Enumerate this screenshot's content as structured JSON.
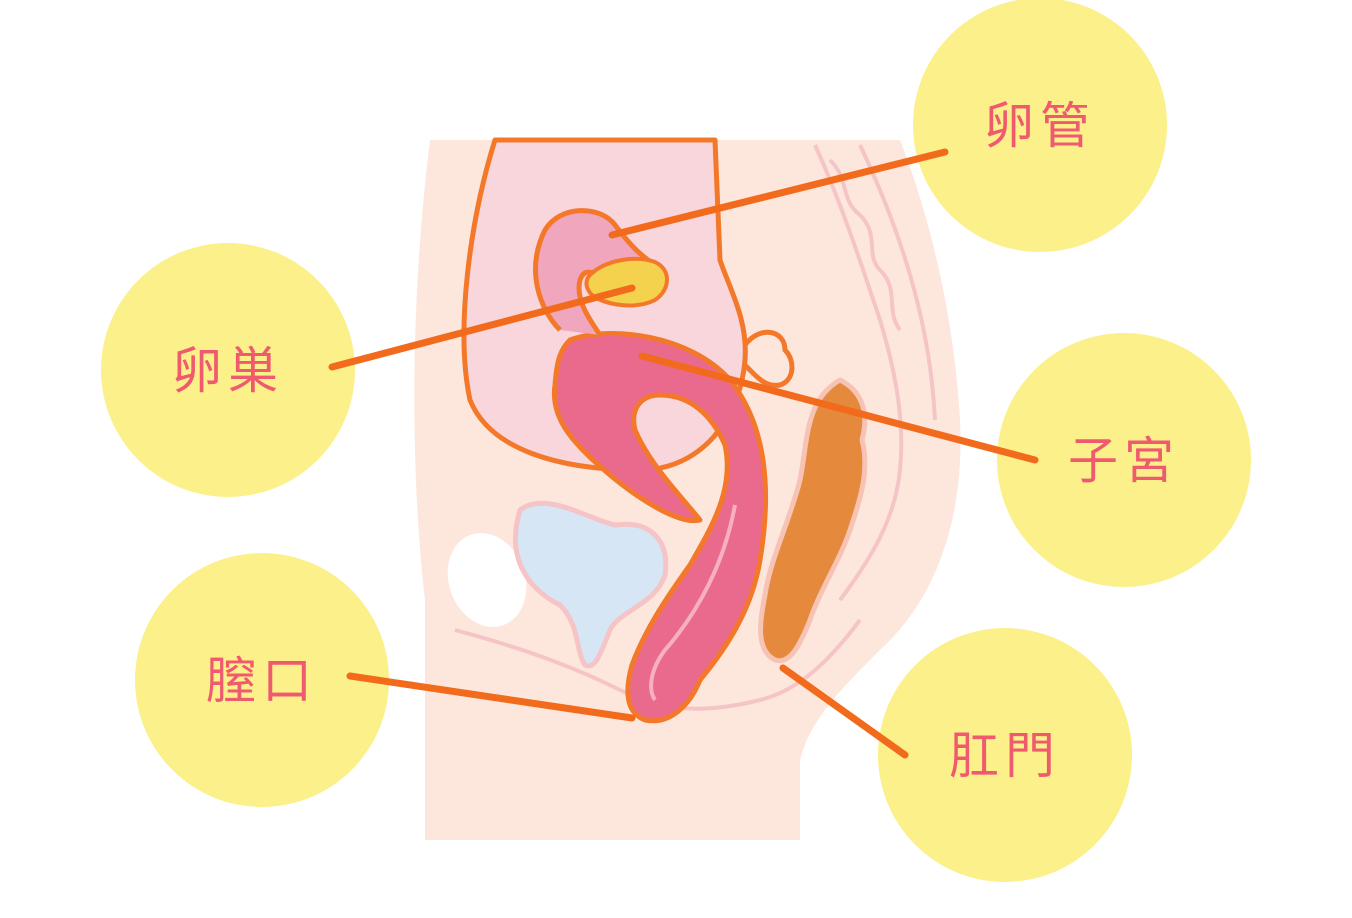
{
  "labels": {
    "fallopian_tube": "卵管",
    "ovary": "卵巣",
    "uterus": "子宮",
    "vaginal_opening": "膣口",
    "anus": "肛門"
  },
  "colors": {
    "bubble": "#fbf08a",
    "label_text": "#f05a6e",
    "leader_line": "#f26a1b",
    "body": "#fde7dc",
    "cavity": "#f9d6dc",
    "organ_outline": "#f4782a",
    "uterus_fill": "#e96a8c",
    "bladder": "#d6e6f4",
    "rectum": "#e58a3c"
  }
}
